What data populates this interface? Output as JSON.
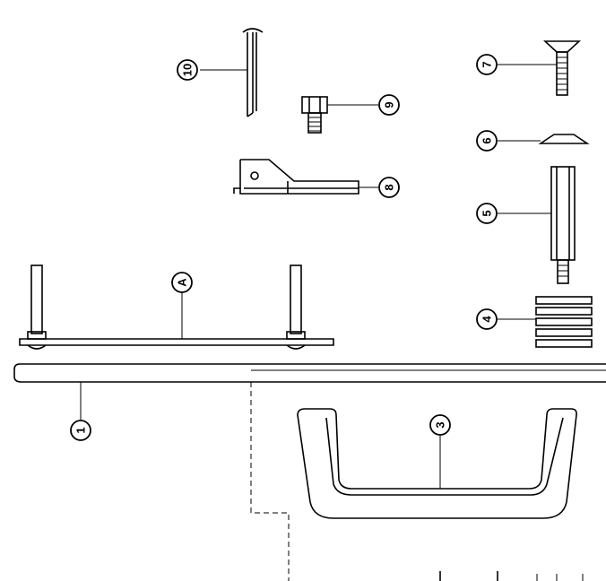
{
  "callouts": {
    "c10": "10",
    "c9": "9",
    "c8": "8",
    "c7": "7",
    "c6": "6",
    "c5": "5",
    "c4": "4",
    "cA": "A",
    "c1": "1",
    "c3": "3"
  }
}
